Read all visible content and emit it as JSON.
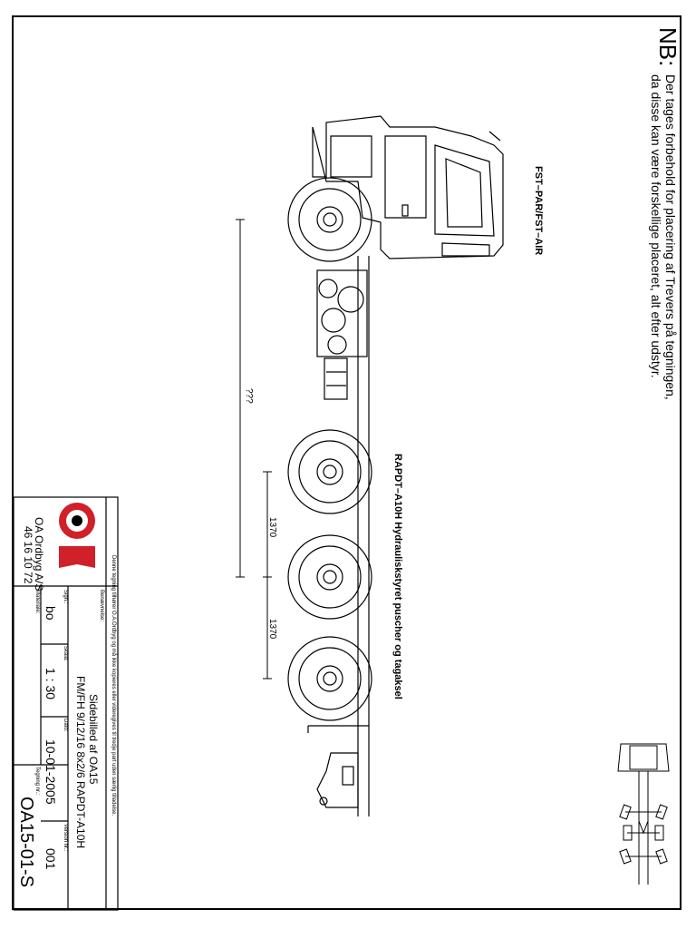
{
  "note": {
    "head": "NB:",
    "line1": "Der tages forbehold for placering af Trevers på tegningen,",
    "line2": "da disse kan være forskellige placeret, alt efter udstyr."
  },
  "labels": {
    "front_axle": "FST–PAR/FST–AIR",
    "rear_axles": "RAPDT–A10H  Hydrauliskstyret  puscher  og  tagaksel",
    "wheelbase": "???",
    "spacing_1": "1370",
    "spacing_2": "1370"
  },
  "title_block": {
    "company": "OA Ordbyg A/S",
    "phone": "46 16 10 72",
    "disclaimer": "Denne tegning tilhører O.A.Ordbyg og må ikke kopieres eller videregives til tredje part uden særlig tilladelse.",
    "benaevnelse_label": "Benævnelse:",
    "title_line1": "Sidebilled af OA15",
    "title_line2": "FM/FH 9/12/16  8x2/6 RAPDT-A10H",
    "sign_label": "Sign.:",
    "sign_value": "bo",
    "skala_label": "Skala:",
    "skala_value": "1 : 30",
    "dato_label": "Dato:",
    "dato_value": "10-01-2005",
    "materiale_label": "Materiale:",
    "tegning_label": "Tegning nr.:",
    "tegning_value": "OA15-01-S",
    "version_label": "Version nr.:",
    "version_value": "001"
  }
}
